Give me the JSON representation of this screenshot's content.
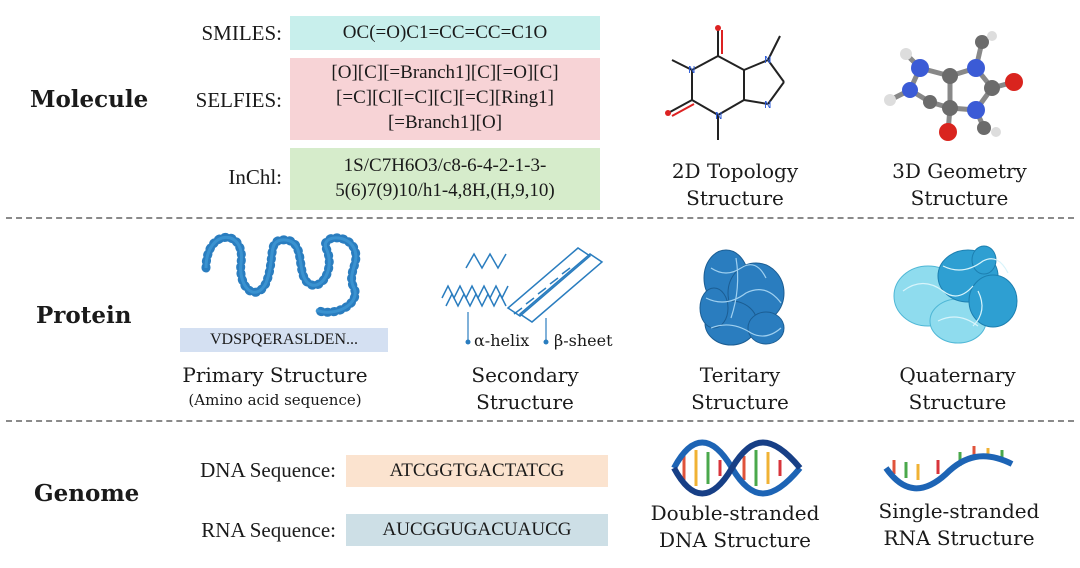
{
  "sections": {
    "molecule": "Molecule",
    "protein": "Protein",
    "genome": "Genome"
  },
  "molecule": {
    "smiles_label": "SMILES:",
    "smiles_value": "OC(=O)C1=CC=CC=C1O",
    "selfies_label": "SELFIES:",
    "selfies_lines": [
      "[O][C][=Branch1][C][=O][C]",
      "[=C][C][=C][C][=C][Ring1]",
      "[=Branch1][O]"
    ],
    "inchi_label": "InChl:",
    "inchi_lines": [
      "1S/C7H6O3/c8-6-4-2-1-3-",
      "5(6)7(9)10/h1-4,8H,(H,9,10)"
    ],
    "topology_caption": [
      "2D Topology",
      "Structure"
    ],
    "geometry_caption": [
      "3D Geometry",
      "Structure"
    ]
  },
  "protein": {
    "sequence": "VDSPQERASLDEN...",
    "alpha_label": "α-helix",
    "beta_label": "β-sheet",
    "primary_caption": "Primary Structure",
    "primary_sub": "(Amino acid sequence)",
    "secondary_caption": [
      "Secondary",
      "Structure"
    ],
    "tertiary_caption": [
      "Teritary",
      "Structure"
    ],
    "quaternary_caption": [
      "Quaternary",
      "Structure"
    ]
  },
  "genome": {
    "dna_label": "DNA Sequence:",
    "dna_value": "ATCGGTGACTATCG",
    "rna_label": "RNA Sequence:",
    "rna_value": "AUCGGUGACUAUCG",
    "double_caption": [
      "Double-stranded",
      "DNA Structure"
    ],
    "single_caption": [
      "Single-stranded",
      "RNA Structure"
    ]
  },
  "colors": {
    "smiles_bg": "#c8efec",
    "selfies_bg": "#f7d3d6",
    "inchi_bg": "#d6eccb",
    "sequence_bg": "#d4e0f2",
    "dna_bg": "#fbe3cf",
    "rna_bg": "#cddfe6",
    "protein_blue": "#2f86c3",
    "quaternary_light": "#6fd0e6"
  },
  "icons": [
    "molecule-2d-icon",
    "molecule-3d-icon",
    "protein-chain-icon",
    "helix-sheet-icon",
    "tertiary-protein-icon",
    "quaternary-protein-icon",
    "dna-double-helix-icon",
    "rna-single-strand-icon"
  ]
}
